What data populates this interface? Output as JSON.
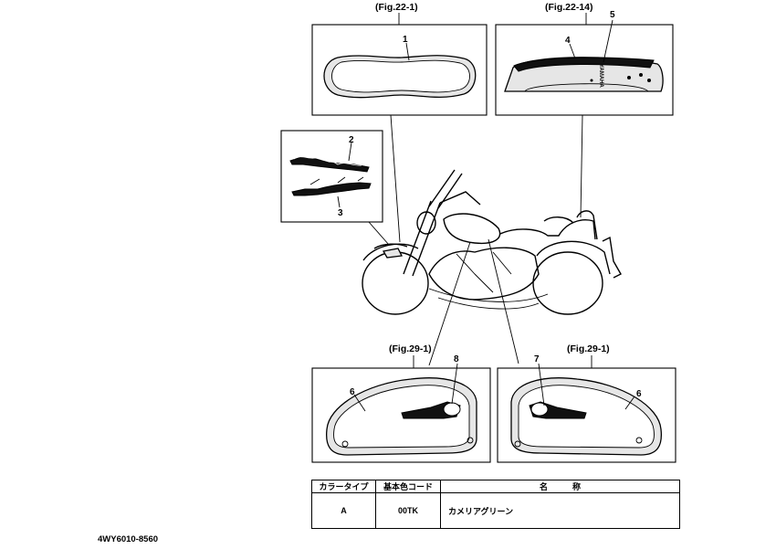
{
  "figure_refs": {
    "top_left": "(Fig.22-1)",
    "top_right": "(Fig.22-14)",
    "bottom_left": "(Fig.29-1)",
    "bottom_right": "(Fig.29-1)"
  },
  "callouts": [
    "1",
    "2",
    "3",
    "4",
    "5",
    "6",
    "7",
    "8",
    "6"
  ],
  "seat_brand_text": "YAMAHA",
  "color_table": {
    "headers": [
      "カラータイプ",
      "基本色コード",
      "名　　　称"
    ],
    "rows": [
      {
        "type": "A",
        "code": "00TK",
        "name": "カメリアグリーン"
      }
    ]
  },
  "doc_code": "4WY6010-8560"
}
